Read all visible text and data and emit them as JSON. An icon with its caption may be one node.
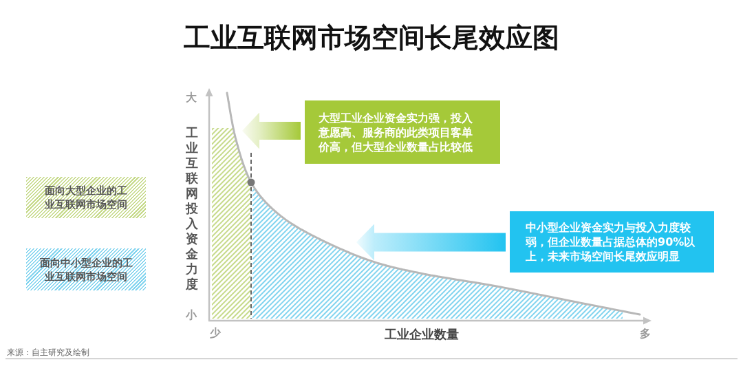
{
  "diagram": {
    "title": "工业互联网市场空间长尾效应图",
    "nodes": [
      {
        "text": [
          "大型工业企业资金实力强，投入意愿高、服务商的此类项目客单价高，但大型企业数量占比较低"
        ]
      },
      {
        "text": [
          "中小型企业资金实力与投入力度较弱，但企业数量占据总体的90%以上，未来市场空间长尾效应明显"
        ]
      },
      {
        "text": [],
        "shape": "box"
      },
      {
        "text": [],
        "shape": "area"
      }
    ],
    "edges": [
      {
        "from": 0,
        "to": 2,
        "arrow": "to",
        "color": "#a5c939"
      },
      {
        "from": 1,
        "to": 3,
        "arrow": "to",
        "color": "#22c3f0"
      }
    ],
    "labels": [
      "大",
      "工业互联网投入资金力度",
      "小",
      "少",
      "工业企业数量",
      "多",
      "来源：自主研究及绘制"
    ],
    "legend": [
      {
        "text": "面向大型企业的工业互联网市场空间",
        "color": "#c6da8a"
      },
      {
        "text": "面向中小型企业的工业互联网市场空间",
        "color": "#82d4ef"
      }
    ]
  }
}
